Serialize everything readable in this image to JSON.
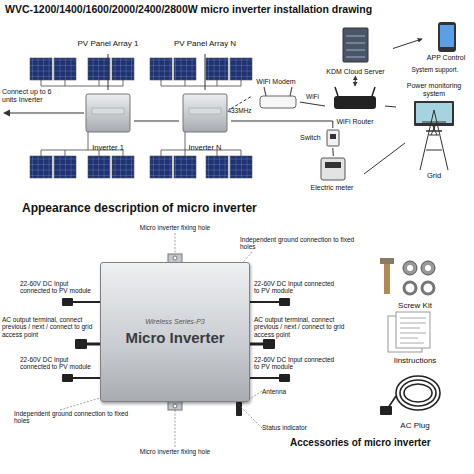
{
  "diagram": {
    "title": "WVC-1200/1400/1600/2000/2400/2800W micro inverter installation drawing",
    "nodes": [
      {
        "text": [
          "PV Panel Array 1"
        ]
      },
      {
        "text": [
          "PV Panel Array N"
        ]
      },
      {
        "text": [
          "Inverter 1"
        ]
      },
      {
        "text": [
          "Inverter N"
        ]
      },
      {
        "text": [
          "WiFi Modem"
        ]
      },
      {
        "text": [
          "WiFi Router"
        ]
      },
      {
        "text": [
          "KDM Cloud Server"
        ]
      },
      {
        "text": [
          "APP Control"
        ]
      },
      {
        "text": [
          "Power monitoring system"
        ]
      },
      {
        "text": [
          "Switch"
        ]
      },
      {
        "text": [
          "Electric meter"
        ]
      },
      {
        "text": [
          "Grid"
        ]
      },
      {
        "text": [
          "Wireless Series-P3",
          "Micro Inverter"
        ]
      }
    ],
    "edges": [
      {
        "from": 0,
        "to": 2,
        "arrow": "none"
      },
      {
        "from": 1,
        "to": 3,
        "arrow": "none"
      },
      {
        "from": 2,
        "to": 3,
        "arrow": "none"
      },
      {
        "from": 3,
        "to": 4,
        "label": "433MHz",
        "arrow": "none"
      },
      {
        "from": 4,
        "to": 5,
        "label": "WiFi",
        "arrow": "none"
      },
      {
        "from": 5,
        "to": 6,
        "arrow": "both"
      },
      {
        "from": 6,
        "to": 7,
        "arrow": "to"
      },
      {
        "from": 5,
        "to": 8,
        "arrow": "none"
      },
      {
        "from": 3,
        "to": 9,
        "arrow": "none"
      },
      {
        "from": 9,
        "to": 10,
        "arrow": "none"
      },
      {
        "from": 10,
        "to": 11,
        "arrow": "none"
      }
    ],
    "labels": [
      "Connect up to 6 units Inverter",
      "System support.",
      "Appearance description of micro inverter",
      "Micro inverter fixing hole",
      "Independent ground connection to fixed holes",
      "22-60V DC Input connected to PV module",
      "22-60V DC Input connected to PV module",
      "AC output terminal, connect previous / next / connect to grid access point",
      "AC output terminal, connect previous / next / connect to grid access point",
      "22-60V DC Input connected to PV module",
      "22-60V DC Input connected to PV module",
      "Antenna",
      "Independent ground connection to fixed holes",
      "Status indicator",
      "Micro inverter fixing hole",
      "Screw Kit",
      "Iinstructions",
      "AC Plug",
      "Accessories of micro inverter"
    ]
  }
}
